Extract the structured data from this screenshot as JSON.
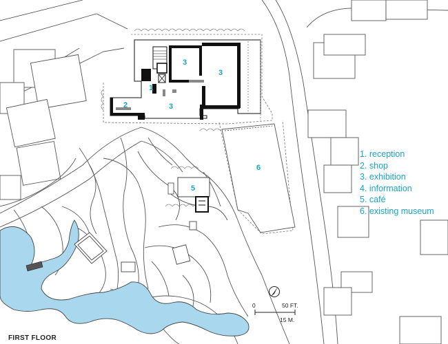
{
  "plan": {
    "caption": "FIRST FLOOR",
    "rooms": [
      {
        "key": "r1",
        "label": "1"
      },
      {
        "key": "r2",
        "label": "2"
      },
      {
        "key": "r3a",
        "label": "3"
      },
      {
        "key": "r3b",
        "label": "3"
      },
      {
        "key": "r3c",
        "label": "3"
      },
      {
        "key": "r5",
        "label": "5"
      },
      {
        "key": "r6",
        "label": "6"
      }
    ],
    "scale": {
      "zero": "0",
      "feet": "50 FT.",
      "meters": "15 M."
    }
  },
  "legend": {
    "items": [
      "1. reception",
      "2. shop",
      "3. exhibition",
      "4. information",
      "5. café",
      "6. existing museum"
    ]
  },
  "colors": {
    "accent": "#1aa3c8",
    "water": "#a9d8ee",
    "wall": "#111111",
    "line": "#555555"
  }
}
